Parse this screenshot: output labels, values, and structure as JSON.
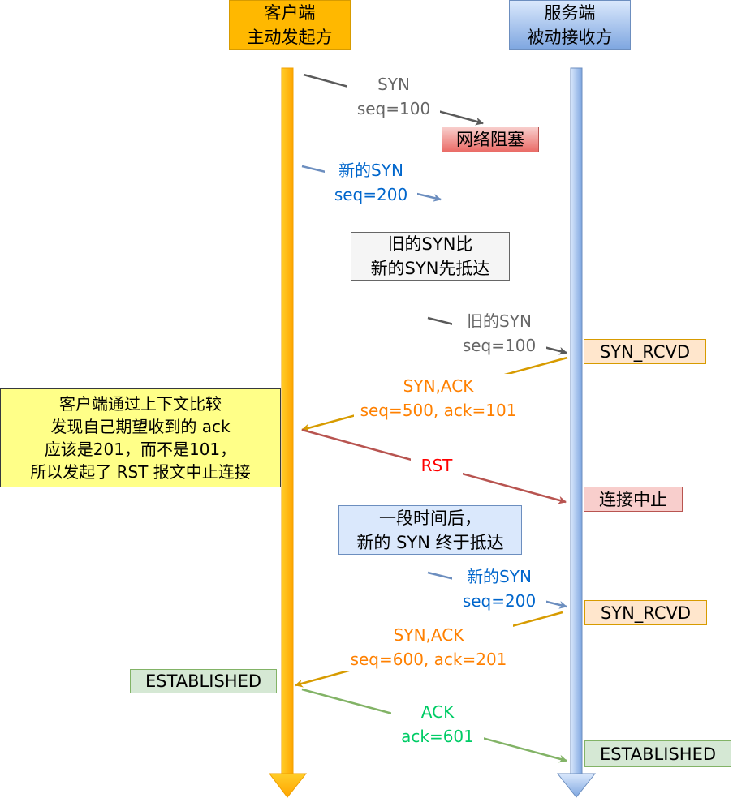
{
  "client": {
    "line1": "客户端",
    "line2": "主动发起方"
  },
  "server": {
    "line1": "服务端",
    "line2": "被动接收方"
  },
  "colors": {
    "client_fill": "#FFB800",
    "server_fill": "#7EA6E0",
    "old_syn": "#5A5A5A",
    "new_syn": "#6C8EBF",
    "synack": "#D79B00",
    "rst": "#B85450",
    "ack": "#82B366",
    "old_syn_text": "#666666",
    "new_syn_text": "#0066CC",
    "synack_text": "#FF8000",
    "rst_text": "#FF0000",
    "ack_text": "#00CC66"
  },
  "messages": {
    "old_syn_1": {
      "line1": "SYN",
      "line2": "seq=100"
    },
    "new_syn_1": {
      "line1": "新的SYN",
      "line2": "seq=200"
    },
    "old_syn_2": {
      "line1": "旧的SYN",
      "line2": "seq=100"
    },
    "synack_1": {
      "line1": "SYN,ACK",
      "line2": "seq=500, ack=101"
    },
    "rst": {
      "label": "RST"
    },
    "new_syn_2": {
      "line1": "新的SYN",
      "line2": "seq=200"
    },
    "synack_2": {
      "line1": "SYN,ACK",
      "line2": "seq=600, ack=201"
    },
    "ack": {
      "line1": "ACK",
      "line2": "ack=601"
    }
  },
  "notes": {
    "blocked": "网络阻塞",
    "old_before_new": {
      "line1": "旧的SYN比",
      "line2": "新的SYN先抵达"
    },
    "client_note": {
      "line1": "客户端通过上下文比较",
      "line2": "发现自己期望收到的 ack",
      "line3": "应该是201，而不是101，",
      "line4": "所以发起了 RST 报文中止连接"
    },
    "after_while": {
      "line1": "一段时间后，",
      "line2": "新的 SYN 终于抵达"
    }
  },
  "states": {
    "server_syn_rcvd_1": "SYN_RCVD",
    "server_abort": "连接中止",
    "server_syn_rcvd_2": "SYN_RCVD",
    "client_established": "ESTABLISHED",
    "server_established": "ESTABLISHED"
  }
}
